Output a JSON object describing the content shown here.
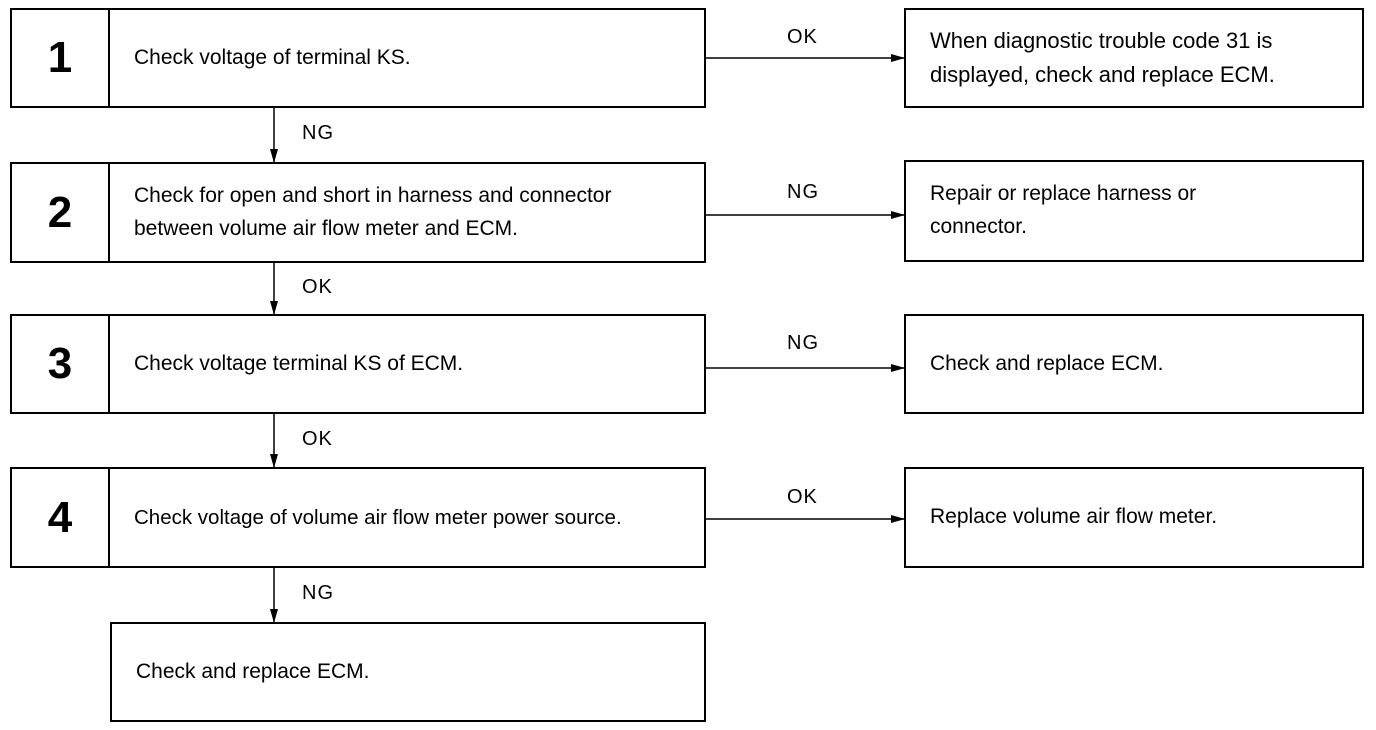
{
  "steps": [
    {
      "number": "1",
      "text": "Check voltage of terminal KS.",
      "branch_label": "OK",
      "result": "When diagnostic trouble code 31 is displayed, check and replace ECM.",
      "next_label": "NG"
    },
    {
      "number": "2",
      "text": "Check for open and short in harness and connector between volume air flow meter and ECM.",
      "branch_label": "NG",
      "result": "Repair or replace harness or connector.",
      "next_label": "OK"
    },
    {
      "number": "3",
      "text": "Check voltage terminal KS of ECM.",
      "branch_label": "NG",
      "result": "Check and replace ECM.",
      "next_label": "OK"
    },
    {
      "number": "4",
      "text": "Check voltage of volume air flow meter power source.",
      "branch_label": "OK",
      "result": "Replace volume air flow meter.",
      "next_label": "NG"
    }
  ],
  "final": {
    "text": "Check and replace ECM."
  }
}
